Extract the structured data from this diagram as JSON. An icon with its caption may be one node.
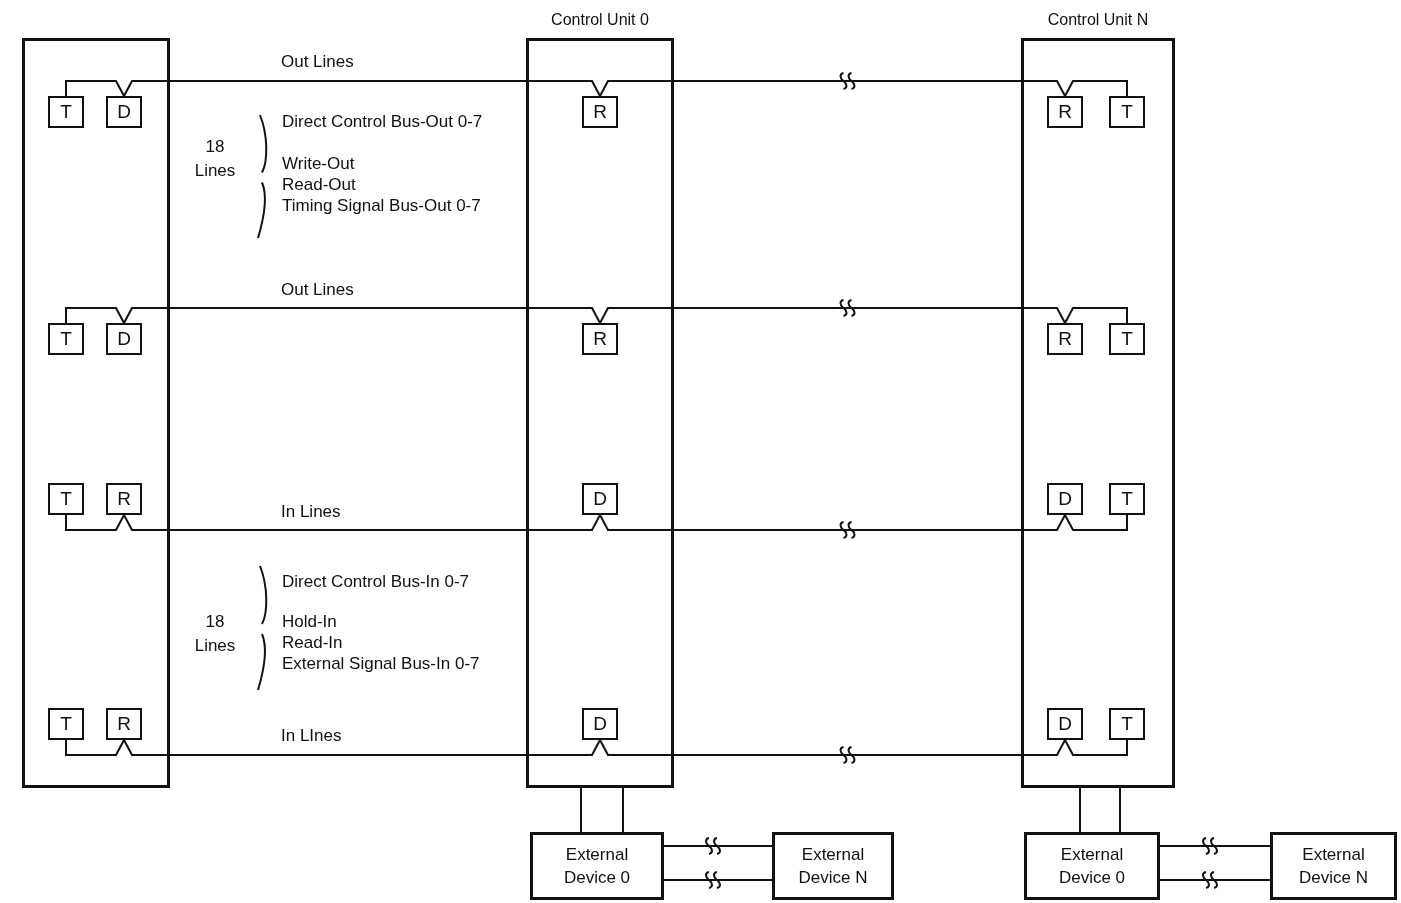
{
  "diagram": {
    "nodes": [
      {
        "text": [],
        "shape": "box"
      },
      {
        "text": [
          "T"
        ],
        "in": 0
      },
      {
        "text": [
          "D"
        ],
        "in": 0
      },
      {
        "text": [
          "T"
        ],
        "in": 0
      },
      {
        "text": [
          "D"
        ],
        "in": 0
      },
      {
        "text": [
          "T"
        ],
        "in": 0
      },
      {
        "text": [
          "R"
        ],
        "in": 0
      },
      {
        "text": [
          "T"
        ],
        "in": 0
      },
      {
        "text": [
          "R"
        ],
        "in": 0
      },
      {
        "text": [
          "Control Unit 0"
        ]
      },
      {
        "text": [
          "R"
        ],
        "in": 9
      },
      {
        "text": [
          "R"
        ],
        "in": 9
      },
      {
        "text": [
          "D"
        ],
        "in": 9
      },
      {
        "text": [
          "D"
        ],
        "in": 9
      },
      {
        "text": [
          "Control Unit N"
        ]
      },
      {
        "text": [
          "R"
        ],
        "in": 14
      },
      {
        "text": [
          "T"
        ],
        "in": 14
      },
      {
        "text": [
          "R"
        ],
        "in": 14
      },
      {
        "text": [
          "T"
        ],
        "in": 14
      },
      {
        "text": [
          "D"
        ],
        "in": 14
      },
      {
        "text": [
          "T"
        ],
        "in": 14
      },
      {
        "text": [
          "D"
        ],
        "in": 14
      },
      {
        "text": [
          "T"
        ],
        "in": 14
      },
      {
        "text": [
          "External Device 0"
        ]
      },
      {
        "text": [
          "External Device N"
        ]
      },
      {
        "text": [
          "External Device 0"
        ]
      },
      {
        "text": [
          "External Device N"
        ]
      }
    ],
    "edges": [
      {
        "from": 1,
        "to": 2,
        "arrow": "none"
      },
      {
        "from": 2,
        "to": 10,
        "arrow": "none",
        "label": "Out Lines"
      },
      {
        "from": 10,
        "to": 15,
        "arrow": "none"
      },
      {
        "from": 15,
        "to": 16,
        "arrow": "none"
      },
      {
        "from": 3,
        "to": 4,
        "arrow": "none"
      },
      {
        "from": 4,
        "to": 11,
        "arrow": "none",
        "label": "Out Lines"
      },
      {
        "from": 11,
        "to": 17,
        "arrow": "none"
      },
      {
        "from": 17,
        "to": 18,
        "arrow": "none"
      },
      {
        "from": 5,
        "to": 6,
        "arrow": "none"
      },
      {
        "from": 6,
        "to": 12,
        "arrow": "none",
        "label": "In Lines"
      },
      {
        "from": 12,
        "to": 19,
        "arrow": "none"
      },
      {
        "from": 19,
        "to": 20,
        "arrow": "none"
      },
      {
        "from": 7,
        "to": 8,
        "arrow": "none"
      },
      {
        "from": 8,
        "to": 13,
        "arrow": "none",
        "label": "In LInes"
      },
      {
        "from": 13,
        "to": 21,
        "arrow": "none"
      },
      {
        "from": 21,
        "to": 22,
        "arrow": "none"
      },
      {
        "from": 9,
        "to": 23,
        "arrow": "none"
      },
      {
        "from": 9,
        "to": 23,
        "arrow": "none"
      },
      {
        "from": 23,
        "to": 24,
        "arrow": "none"
      },
      {
        "from": 23,
        "to": 24,
        "arrow": "none"
      },
      {
        "from": 14,
        "to": 25,
        "arrow": "none"
      },
      {
        "from": 14,
        "to": 25,
        "arrow": "none"
      },
      {
        "from": 25,
        "to": 26,
        "arrow": "none"
      },
      {
        "from": 25,
        "to": 26,
        "arrow": "none"
      }
    ],
    "labels": [
      "18 Lines",
      "Direct Control Bus-Out 0-7",
      "Write-Out",
      "Read-Out",
      "Timing Signal Bus-Out 0-7",
      "Direct Control Bus-In 0-7",
      "18 Lines",
      "Hold-In",
      "Read-In",
      "External Signal Bus-In 0-7"
    ]
  }
}
